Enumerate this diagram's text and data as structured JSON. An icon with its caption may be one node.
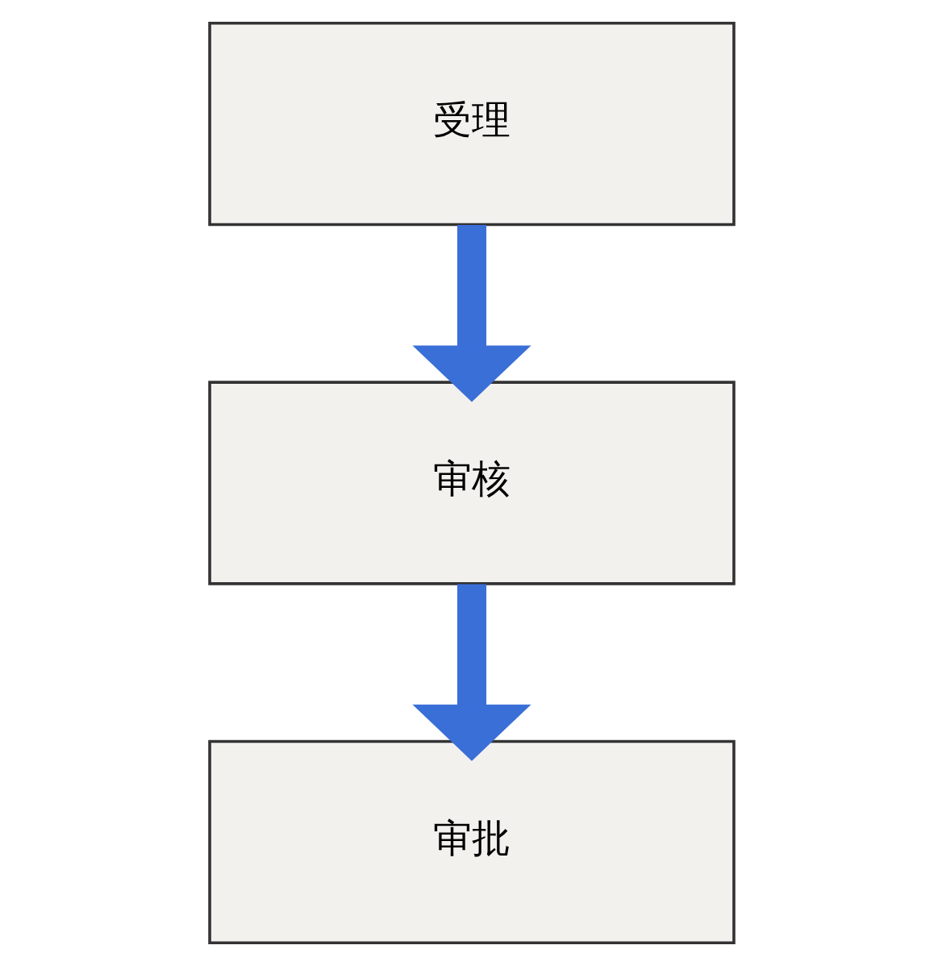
{
  "diagram": {
    "nodes": [
      {
        "text": [
          "受理"
        ]
      },
      {
        "text": [
          "审核"
        ]
      },
      {
        "text": [
          "审批"
        ]
      }
    ],
    "edges": [
      {
        "from": 0,
        "to": 1,
        "arrow": "to"
      },
      {
        "from": 1,
        "to": 2,
        "arrow": "to"
      }
    ]
  }
}
